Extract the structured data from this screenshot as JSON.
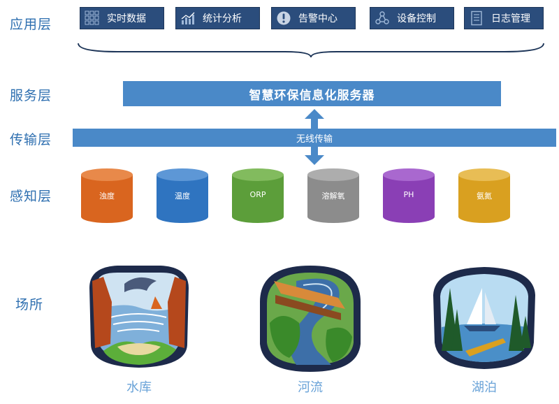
{
  "layers": {
    "app": "应用层",
    "service": "服务层",
    "transport": "传输层",
    "sensing": "感知层",
    "place": "场所"
  },
  "app_buttons": [
    {
      "label": "实时数据",
      "icon": "grid-icon"
    },
    {
      "label": "统计分析",
      "icon": "bar-chart-icon"
    },
    {
      "label": "告警中心",
      "icon": "alert-icon"
    },
    {
      "label": "设备控制",
      "icon": "device-network-icon"
    },
    {
      "label": "日志管理",
      "icon": "log-document-icon"
    }
  ],
  "server": "智慧环保信息化服务器",
  "wireless": "无线传输",
  "sensors": [
    {
      "label": "浊度",
      "color": "#d9651f"
    },
    {
      "label": "温度",
      "color": "#2f74c0"
    },
    {
      "label": "ORP",
      "color": "#5c9e3a"
    },
    {
      "label": "溶解氧",
      "color": "#8c8c8c"
    },
    {
      "label": "PH",
      "color": "#8a3fb5"
    },
    {
      "label": "氨氮",
      "color": "#d9a020"
    }
  ],
  "places": [
    {
      "label": "水库",
      "icon": "reservoir-icon"
    },
    {
      "label": "河流",
      "icon": "river-icon"
    },
    {
      "label": "湖泊",
      "icon": "lake-icon"
    }
  ],
  "colors": {
    "layer_label": "#2e6fb0",
    "button_bg": "#2b4d7c",
    "bar": "#4a89c8",
    "place_label": "#6aa3d8"
  }
}
